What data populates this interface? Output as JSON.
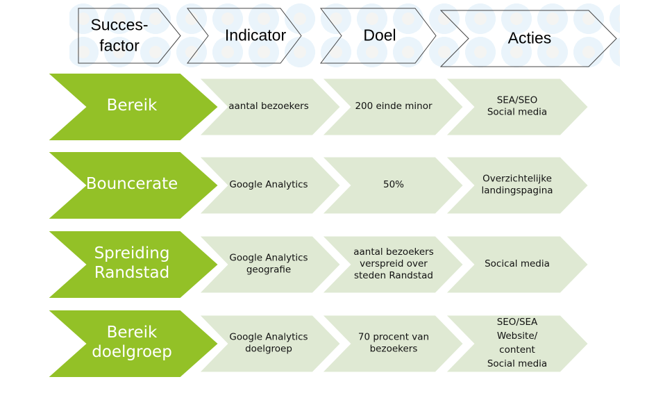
{
  "header": {
    "steps": [
      {
        "lines": [
          "Succes-",
          "factor"
        ]
      },
      {
        "lines": [
          "Indicator"
        ]
      },
      {
        "lines": [
          "Doel"
        ]
      },
      {
        "lines": [
          "Acties"
        ]
      }
    ]
  },
  "rows": [
    {
      "factor": [
        "Bereik"
      ],
      "indicator": [
        "aantal bezoekers"
      ],
      "doel": [
        "200 einde minor"
      ],
      "acties": [
        "SEA/SEO",
        "Social media"
      ]
    },
    {
      "factor": [
        "Bouncerate"
      ],
      "indicator": [
        "Google Analytics"
      ],
      "doel": [
        "50%"
      ],
      "acties": [
        "Overzichtelijke",
        "landingspagina"
      ]
    },
    {
      "factor": [
        "Spreiding",
        "Randstad"
      ],
      "indicator": [
        "Google Analytics",
        "geografie"
      ],
      "doel": [
        "aantal bezoekers",
        "verspreid over",
        "steden Randstad"
      ],
      "acties": [
        "Socical media"
      ]
    },
    {
      "factor": [
        "Bereik",
        "doelgroep"
      ],
      "indicator": [
        "Google Analytics",
        "doelgroep"
      ],
      "doel": [
        "70 procent van",
        "bezoekers"
      ],
      "acties": [
        "SEO/SEA",
        "Website/",
        "content",
        "Social media"
      ]
    }
  ],
  "colors": {
    "factor_fill": "#93c127",
    "cell_fill": "#dfe9d3",
    "header_stroke": "#444444",
    "header_fill": "#ffffff"
  }
}
